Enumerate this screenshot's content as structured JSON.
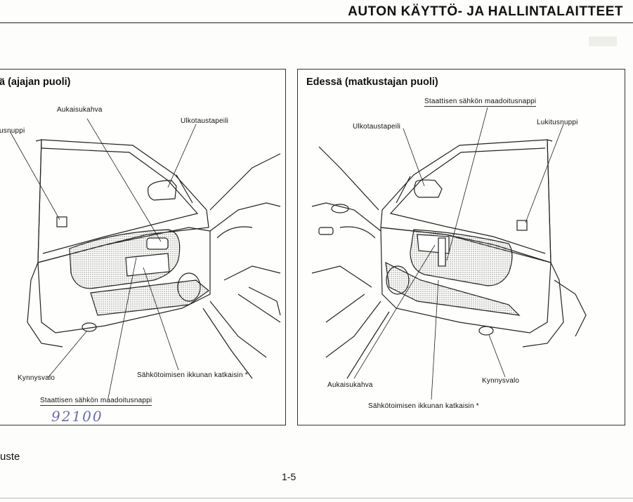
{
  "header": {
    "title": "AUTON KÄYTTÖ- JA HALLINTALAITTEET"
  },
  "left_panel": {
    "title": "ä (ajajan puoli)",
    "labels": {
      "handle": "Aukaisukahva",
      "mirror": "Ulkotaustapeili",
      "lock": "usnuppi",
      "courtesy": "Kynnysvalo",
      "window": "Sähkötoimisen ikkunan katkaisin *",
      "static": "Staattisen sähkön maadoitusnappi"
    },
    "handwriting": "92100"
  },
  "right_panel": {
    "title": "Edessä (matkustajan puoli)",
    "labels": {
      "static": "Staattisen sähkön maadoitusnappi",
      "mirror": "Ulkotaustapeili",
      "lock": "Lukitusnuppi",
      "handle": "Aukaisukahva",
      "courtesy": "Kynnysvalo",
      "window": "Sähkötoimisen ikkunan katkaisin *"
    }
  },
  "footer": {
    "left_text": "uste",
    "page_number": "1-5"
  }
}
